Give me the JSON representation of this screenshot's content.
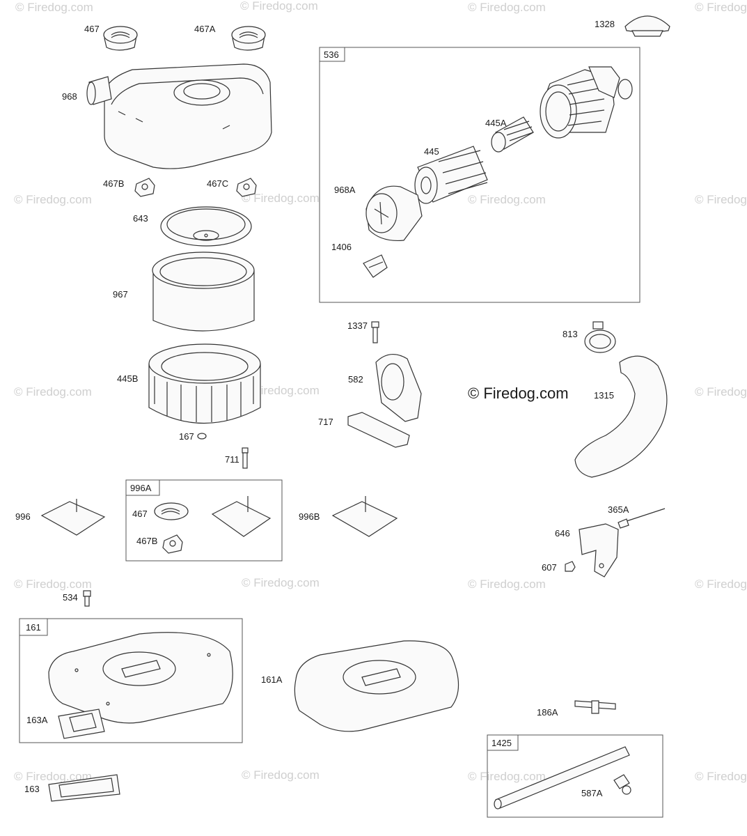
{
  "watermark": {
    "text": "© Firedog.com",
    "main_text": "© Firedog.com"
  },
  "groups": {
    "g536": "536",
    "g996A": "996A",
    "g161": "161",
    "g1425": "1425"
  },
  "parts": {
    "p467": "467",
    "p467A": "467A",
    "p968": "968",
    "p467B": "467B",
    "p467C": "467C",
    "p643": "643",
    "p967": "967",
    "p445B": "445B",
    "p167": "167",
    "p711": "711",
    "p1328": "1328",
    "p445A": "445A",
    "p445": "445",
    "p968A": "968A",
    "p1406": "1406",
    "p1337": "1337",
    "p582": "582",
    "p717": "717",
    "p813": "813",
    "p1315": "1315",
    "p996": "996",
    "p467_inner": "467",
    "p467B_inner": "467B",
    "p996B": "996B",
    "p365A": "365A",
    "p646": "646",
    "p607": "607",
    "p534": "534",
    "p161A": "161A",
    "p163A": "163A",
    "p163": "163",
    "p186A": "186A",
    "p587A": "587A"
  }
}
